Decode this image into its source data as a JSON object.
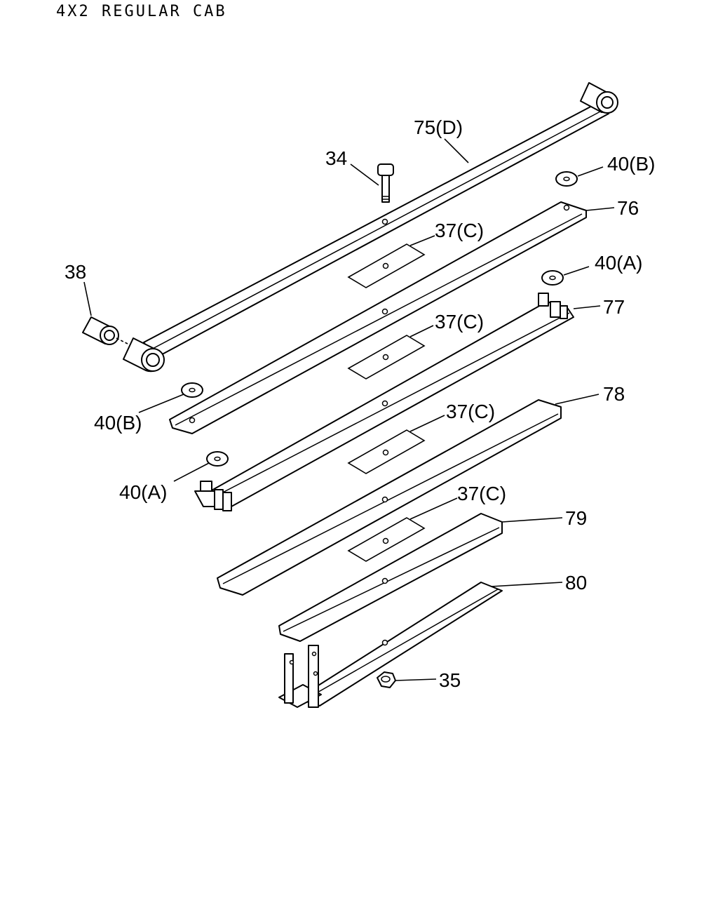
{
  "header": {
    "title": "4X2 REGULAR CAB"
  },
  "callouts": {
    "c75": "75(D)",
    "c34": "34",
    "c40b_top": "40(B)",
    "c76": "76",
    "c37_1": "37(C)",
    "c38": "38",
    "c40a_top": "40(A)",
    "c77": "77",
    "c37_2": "37(C)",
    "c40b_left": "40(B)",
    "c78": "78",
    "c37_3": "37(C)",
    "c40a_left": "40(A)",
    "c37_4": "37(C)",
    "c79": "79",
    "c80": "80",
    "c35": "35"
  }
}
